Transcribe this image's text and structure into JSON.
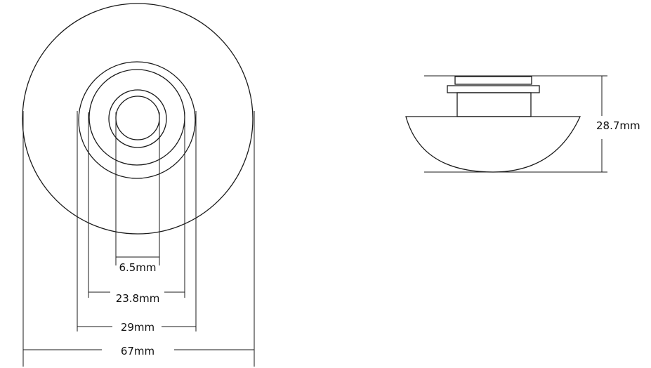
{
  "front_view": {
    "dimensions": [
      {
        "label": "6.5mm"
      },
      {
        "label": "23.8mm"
      },
      {
        "label": "29mm"
      },
      {
        "label": "67mm"
      }
    ]
  },
  "side_view": {
    "height_label": "28.7mm"
  },
  "colors": {
    "line": "#1a1a1a",
    "background": "#ffffff"
  }
}
